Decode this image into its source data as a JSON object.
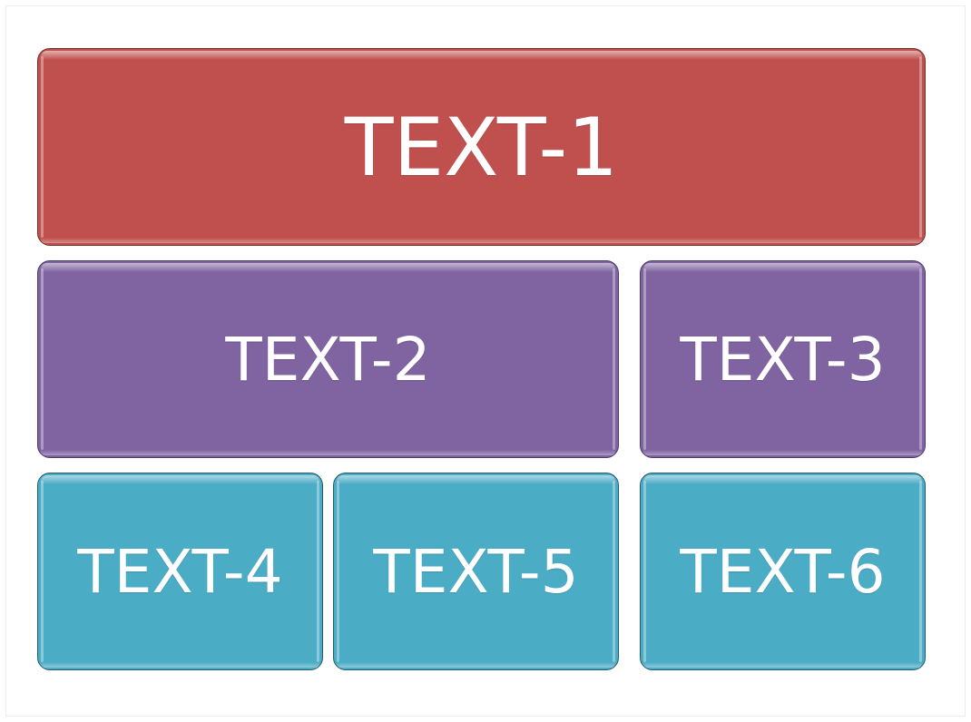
{
  "colors": {
    "row1": "#c0504d",
    "row2": "#8064a2",
    "row3": "#4bacc6",
    "text": "#ffffff"
  },
  "blocks": [
    {
      "label": "TEXT-1"
    },
    {
      "label": "TEXT-2"
    },
    {
      "label": "TEXT-3"
    },
    {
      "label": "TEXT-4"
    },
    {
      "label": "TEXT-5"
    },
    {
      "label": "TEXT-6"
    }
  ]
}
